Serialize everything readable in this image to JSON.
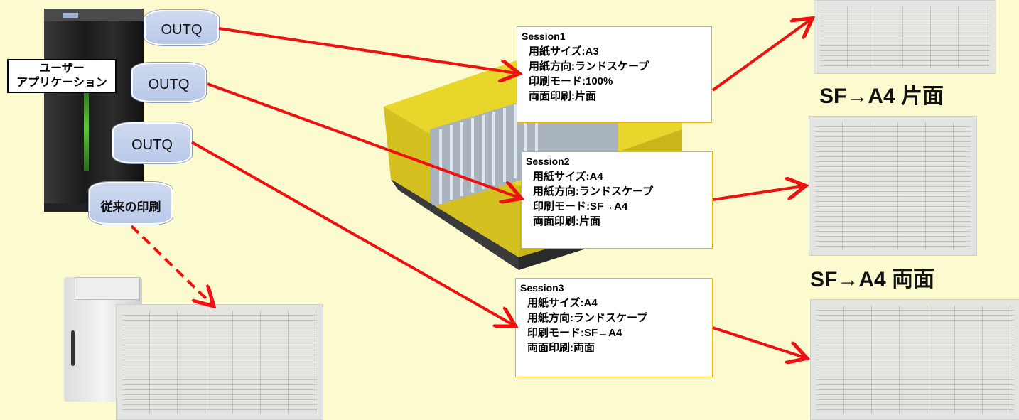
{
  "colors": {
    "background": "#fbfbcf",
    "arrow": "#ee1111",
    "session_border": "#f0b400"
  },
  "server": {
    "user_app_line1": "ユーザー",
    "user_app_line2": "アプリケーション"
  },
  "outq": [
    "OUTQ",
    "OUTQ",
    "OUTQ"
  ],
  "legacy_label": "従来の印刷",
  "sessions": [
    {
      "name": "Session1",
      "rows": [
        "用紙サイズ:A3",
        "用紙方向:ランドスケープ",
        "印刷モード:100%",
        "両面印刷:片面"
      ]
    },
    {
      "name": "Session2",
      "rows": [
        "用紙サイズ:A4",
        "用紙方向:ランドスケープ",
        "印刷モード:SF→A4",
        "両面印刷:片面"
      ]
    },
    {
      "name": "Session3",
      "rows": [
        "用紙サイズ:A4",
        "用紙方向:ランドスケープ",
        "印刷モード:SF→A4",
        "両面印刷:両面"
      ]
    }
  ],
  "captions": [
    "SF→A4  片面",
    "SF→A4  両面"
  ]
}
